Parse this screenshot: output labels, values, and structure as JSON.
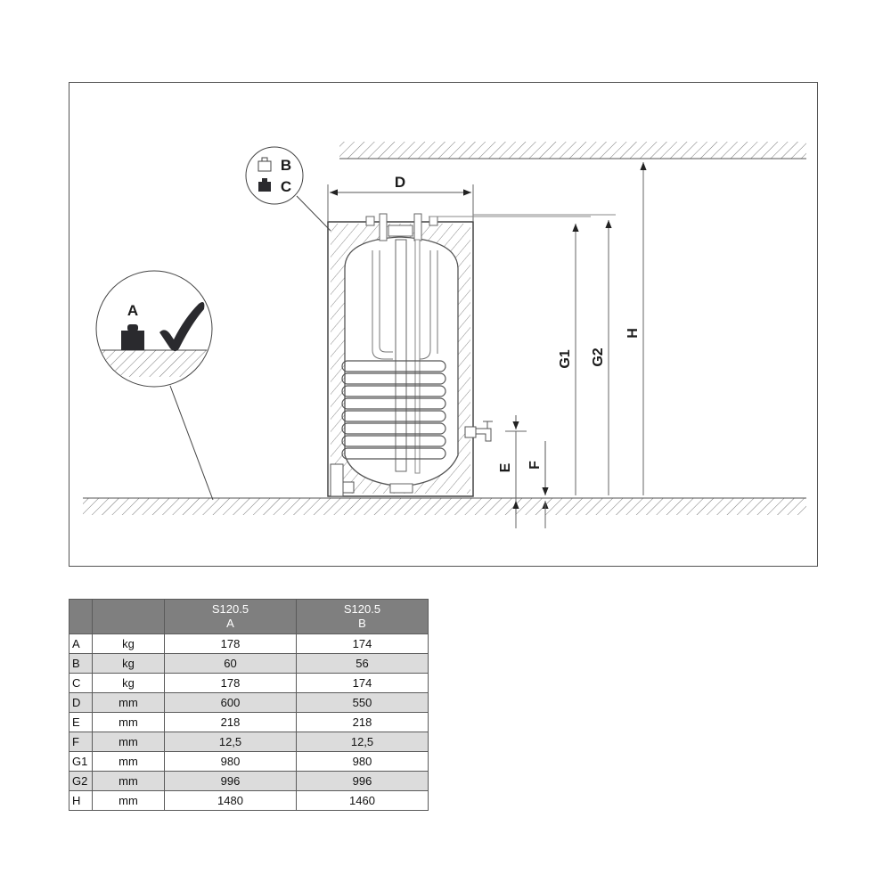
{
  "diagram": {
    "labels": {
      "A": "A",
      "B": "B",
      "C": "C",
      "D": "D",
      "E": "E",
      "F": "F",
      "G1": "G1",
      "G2": "G2",
      "H": "H"
    },
    "icons": {
      "callout_a": [
        "weight-filled-icon",
        "checkmark-icon"
      ],
      "callout_bc": [
        "weight-outline-icon",
        "weight-filled-icon"
      ]
    },
    "colors": {
      "line": "#4a4a4a",
      "dark": "#2a2a2e",
      "hatch": "#6a6a6a"
    }
  },
  "table": {
    "headers": [
      {
        "line1": "",
        "line2": ""
      },
      {
        "line1": "",
        "line2": ""
      },
      {
        "line1": "S120.5",
        "line2": "A"
      },
      {
        "line1": "S120.5",
        "line2": "B"
      }
    ],
    "rows": [
      {
        "key": "A",
        "unit": "kg",
        "a": "178",
        "b": "174"
      },
      {
        "key": "B",
        "unit": "kg",
        "a": "60",
        "b": "56"
      },
      {
        "key": "C",
        "unit": "kg",
        "a": "178",
        "b": "174"
      },
      {
        "key": "D",
        "unit": "mm",
        "a": "600",
        "b": "550"
      },
      {
        "key": "E",
        "unit": "mm",
        "a": "218",
        "b": "218"
      },
      {
        "key": "F",
        "unit": "mm",
        "a": "12,5",
        "b": "12,5"
      },
      {
        "key": "G1",
        "unit": "mm",
        "a": "980",
        "b": "980"
      },
      {
        "key": "G2",
        "unit": "mm",
        "a": "996",
        "b": "996"
      },
      {
        "key": "H",
        "unit": "mm",
        "a": "1480",
        "b": "1460"
      }
    ]
  }
}
